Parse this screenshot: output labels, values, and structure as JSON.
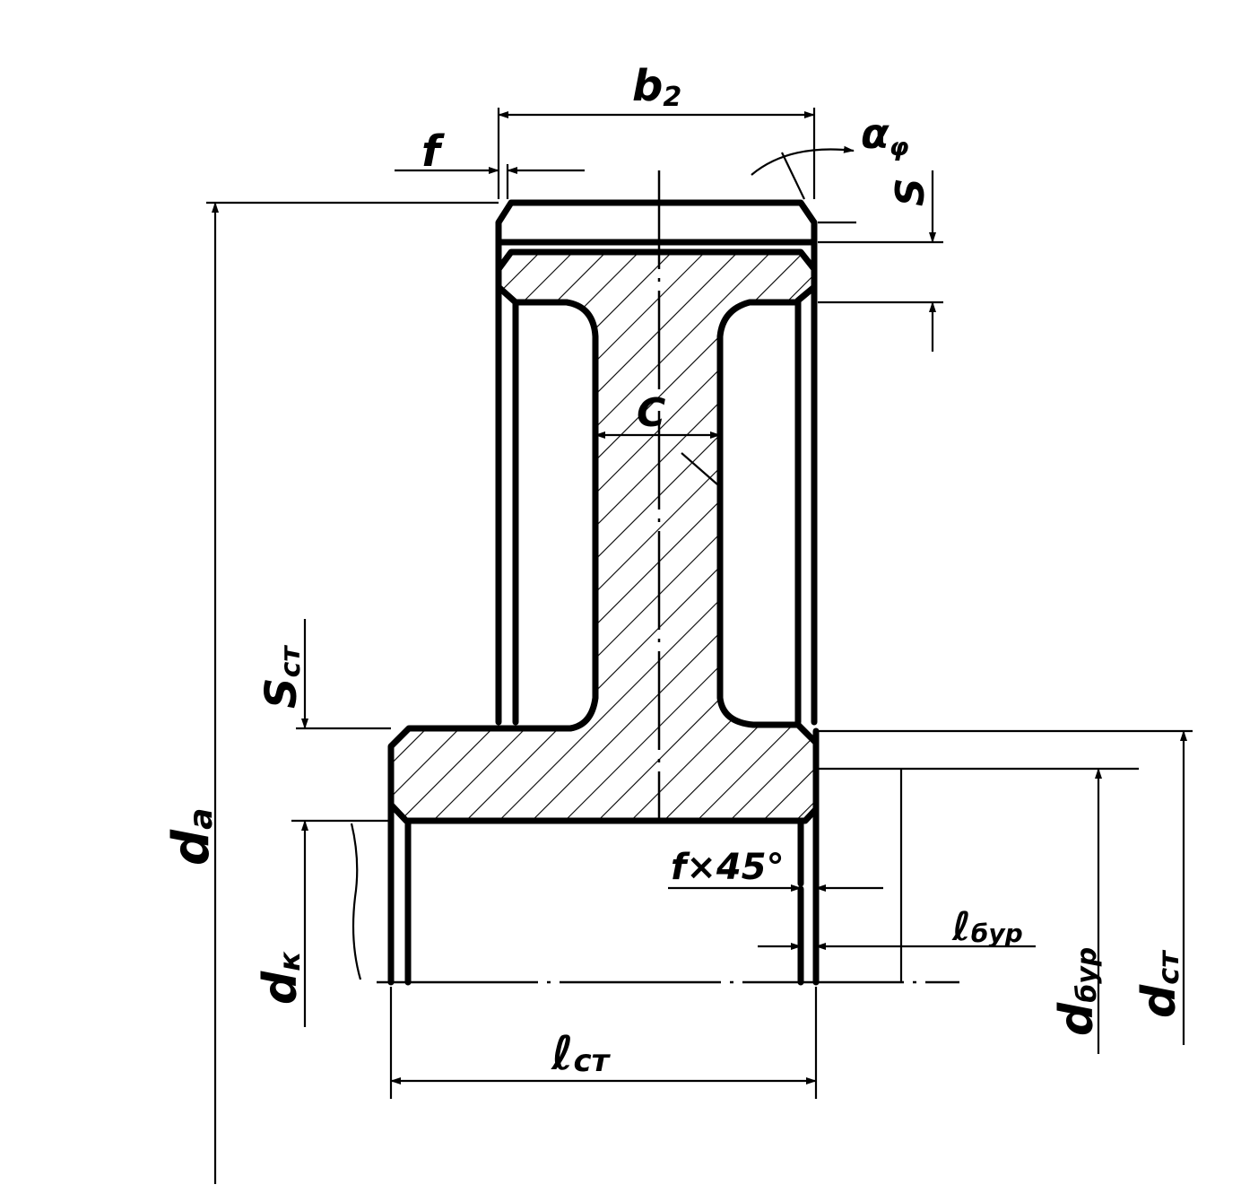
{
  "labels": {
    "b2": {
      "main": "b",
      "sub": "2"
    },
    "f_top": {
      "main": "f"
    },
    "alpha_phi": {
      "main": "α",
      "sub": "φ"
    },
    "s": {
      "main": "S"
    },
    "c": {
      "main": "C"
    },
    "s_st": {
      "main": "S",
      "sub": "ст"
    },
    "d_a": {
      "main": "d",
      "sub": "a"
    },
    "d_k": {
      "main": "d",
      "sub": "к"
    },
    "f_chamfer": {
      "main": "f×45°"
    },
    "l_bur": {
      "main": "ℓ",
      "sub": "бур"
    },
    "d_bur": {
      "main": "d",
      "sub": "бур"
    },
    "d_st": {
      "main": "d",
      "sub": "ст"
    },
    "l_st": {
      "main": "ℓ",
      "sub": "ст"
    }
  },
  "colors": {
    "line": "#000000",
    "background": "#ffffff"
  }
}
